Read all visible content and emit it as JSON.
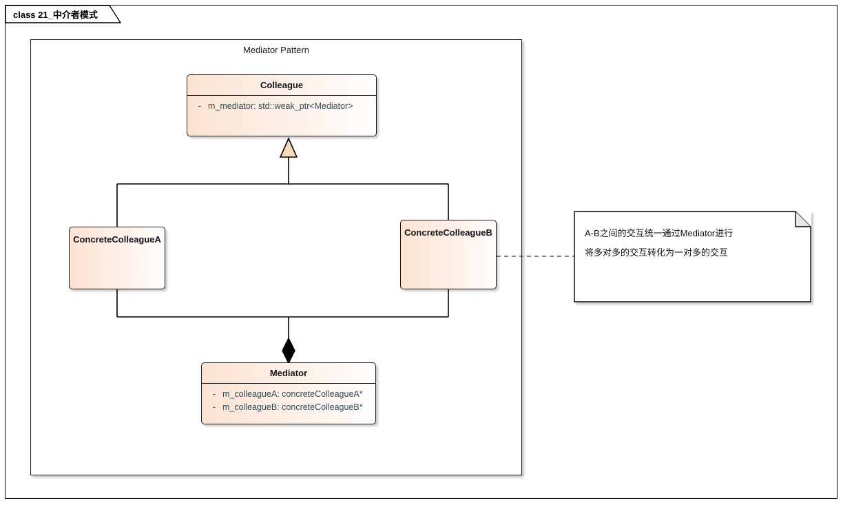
{
  "diagram": {
    "tab_label": "class 21_中介者模式",
    "frame_title": "Mediator Pattern",
    "type": "uml-class-diagram",
    "colors": {
      "class_fill_start": "#fbe3d2",
      "class_fill_end": "#fffdfc",
      "class_border": "#1a1a1a",
      "attribute_text": "#2e4f5b",
      "title_text": "#14131a",
      "triangle_fill": "#f8dcb8",
      "diamond_fill": "#000000",
      "note_fill": "#ffffff",
      "background": "#ffffff"
    }
  },
  "classes": [
    {
      "id": "colleague",
      "name": "Colleague",
      "has_attribute_compartment": true,
      "attributes": [
        {
          "visibility": "-",
          "text": "m_mediator: std::weak_ptr<Mediator>"
        }
      ]
    },
    {
      "id": "concrete-colleague-a",
      "name": "ConcreteColleagueA",
      "has_attribute_compartment": false,
      "attributes": []
    },
    {
      "id": "concrete-colleague-b",
      "name": "ConcreteColleagueB",
      "has_attribute_compartment": false,
      "attributes": []
    },
    {
      "id": "mediator",
      "name": "Mediator",
      "has_attribute_compartment": true,
      "attributes": [
        {
          "visibility": "-",
          "text": "m_colleagueA: concreteColleagueA*"
        },
        {
          "visibility": "-",
          "text": "m_colleagueB: concreteColleagueB*"
        }
      ]
    }
  ],
  "note": {
    "lines": [
      "A-B之间的交互统一通过Mediator进行",
      "将多对多的交互转化为一对多的交互"
    ],
    "attached_to": "concrete-colleague-b"
  },
  "relationships": [
    {
      "type": "generalization",
      "from": "concrete-colleague-a",
      "to": "colleague",
      "arrow": "hollow-triangle"
    },
    {
      "type": "generalization",
      "from": "concrete-colleague-b",
      "to": "colleague",
      "arrow": "hollow-triangle"
    },
    {
      "type": "composition",
      "from": "mediator",
      "to": "colleagues",
      "arrow": "filled-diamond"
    },
    {
      "type": "note-anchor",
      "from": "note",
      "to": "concrete-colleague-b",
      "style": "dashed"
    }
  ]
}
